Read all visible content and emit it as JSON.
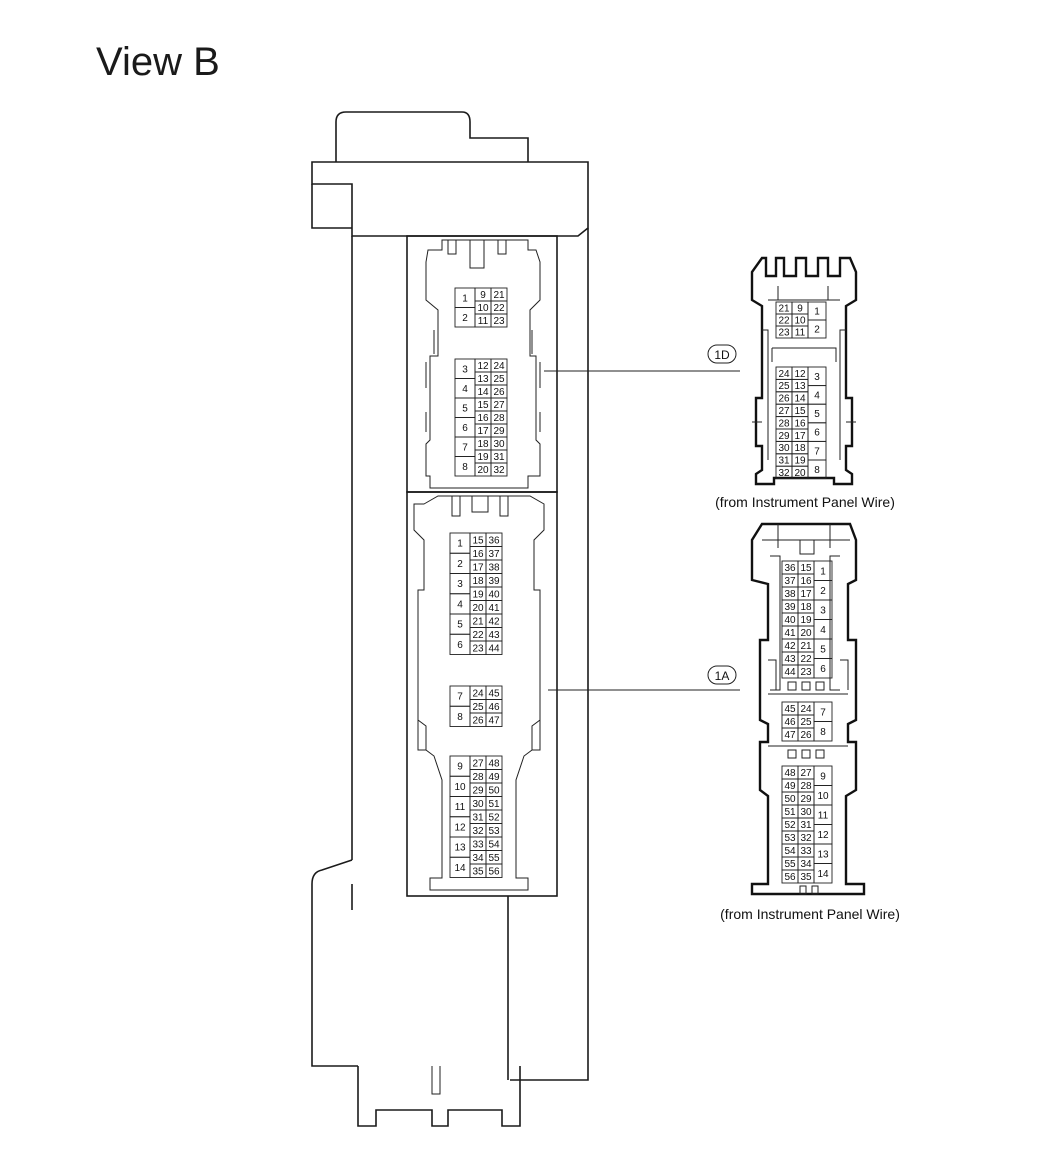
{
  "title": "View B",
  "connectors": [
    {
      "id": "1D",
      "caption": "(from Instrument Panel Wire)"
    },
    {
      "id": "1A",
      "caption": "(from Instrument Panel Wire)"
    }
  ],
  "main_1d": {
    "groups": [
      {
        "left": [
          "1",
          "2"
        ],
        "pairs": [
          [
            "9",
            "21"
          ],
          [
            "10",
            "22"
          ],
          [
            "11",
            "23"
          ]
        ]
      },
      {
        "left": [
          "3",
          "4",
          "5",
          "6",
          "7",
          "8"
        ],
        "pairs": [
          [
            "12",
            "24"
          ],
          [
            "13",
            "25"
          ],
          [
            "14",
            "26"
          ],
          [
            "15",
            "27"
          ],
          [
            "16",
            "28"
          ],
          [
            "17",
            "29"
          ],
          [
            "18",
            "30"
          ],
          [
            "19",
            "31"
          ],
          [
            "20",
            "32"
          ]
        ]
      }
    ]
  },
  "main_1a": {
    "groups": [
      {
        "left": [
          "1",
          "2",
          "3",
          "4",
          "5",
          "6"
        ],
        "pairs": [
          [
            "15",
            "36"
          ],
          [
            "16",
            "37"
          ],
          [
            "17",
            "38"
          ],
          [
            "18",
            "39"
          ],
          [
            "19",
            "40"
          ],
          [
            "20",
            "41"
          ],
          [
            "21",
            "42"
          ],
          [
            "22",
            "43"
          ],
          [
            "23",
            "44"
          ]
        ]
      },
      {
        "left": [
          "7",
          "8"
        ],
        "pairs": [
          [
            "24",
            "45"
          ],
          [
            "25",
            "46"
          ],
          [
            "26",
            "47"
          ]
        ]
      },
      {
        "left": [
          "9",
          "10",
          "11",
          "12",
          "13",
          "14"
        ],
        "pairs": [
          [
            "27",
            "48"
          ],
          [
            "28",
            "49"
          ],
          [
            "29",
            "50"
          ],
          [
            "30",
            "51"
          ],
          [
            "31",
            "52"
          ],
          [
            "32",
            "53"
          ],
          [
            "33",
            "54"
          ],
          [
            "34",
            "55"
          ],
          [
            "35",
            "56"
          ]
        ]
      }
    ]
  },
  "detail_1d": {
    "groups": [
      {
        "pairs": [
          [
            "21",
            "9"
          ],
          [
            "22",
            "10"
          ],
          [
            "23",
            "11"
          ]
        ],
        "right": [
          "1",
          "2"
        ]
      },
      {
        "pairs": [
          [
            "24",
            "12"
          ],
          [
            "25",
            "13"
          ],
          [
            "26",
            "14"
          ],
          [
            "27",
            "15"
          ],
          [
            "28",
            "16"
          ],
          [
            "29",
            "17"
          ],
          [
            "30",
            "18"
          ],
          [
            "31",
            "19"
          ],
          [
            "32",
            "20"
          ]
        ],
        "right": [
          "3",
          "4",
          "5",
          "6",
          "7",
          "8"
        ]
      }
    ]
  },
  "detail_1a": {
    "groups": [
      {
        "pairs": [
          [
            "36",
            "15"
          ],
          [
            "37",
            "16"
          ],
          [
            "38",
            "17"
          ],
          [
            "39",
            "18"
          ],
          [
            "40",
            "19"
          ],
          [
            "41",
            "20"
          ],
          [
            "42",
            "21"
          ],
          [
            "43",
            "22"
          ],
          [
            "44",
            "23"
          ]
        ],
        "right": [
          "1",
          "2",
          "3",
          "4",
          "5",
          "6"
        ]
      },
      {
        "pairs": [
          [
            "45",
            "24"
          ],
          [
            "46",
            "25"
          ],
          [
            "47",
            "26"
          ]
        ],
        "right": [
          "7",
          "8"
        ]
      },
      {
        "pairs": [
          [
            "48",
            "27"
          ],
          [
            "49",
            "28"
          ],
          [
            "50",
            "29"
          ],
          [
            "51",
            "30"
          ],
          [
            "52",
            "31"
          ],
          [
            "53",
            "32"
          ],
          [
            "54",
            "33"
          ],
          [
            "55",
            "34"
          ],
          [
            "56",
            "35"
          ]
        ],
        "right": [
          "9",
          "10",
          "11",
          "12",
          "13",
          "14"
        ]
      }
    ]
  }
}
